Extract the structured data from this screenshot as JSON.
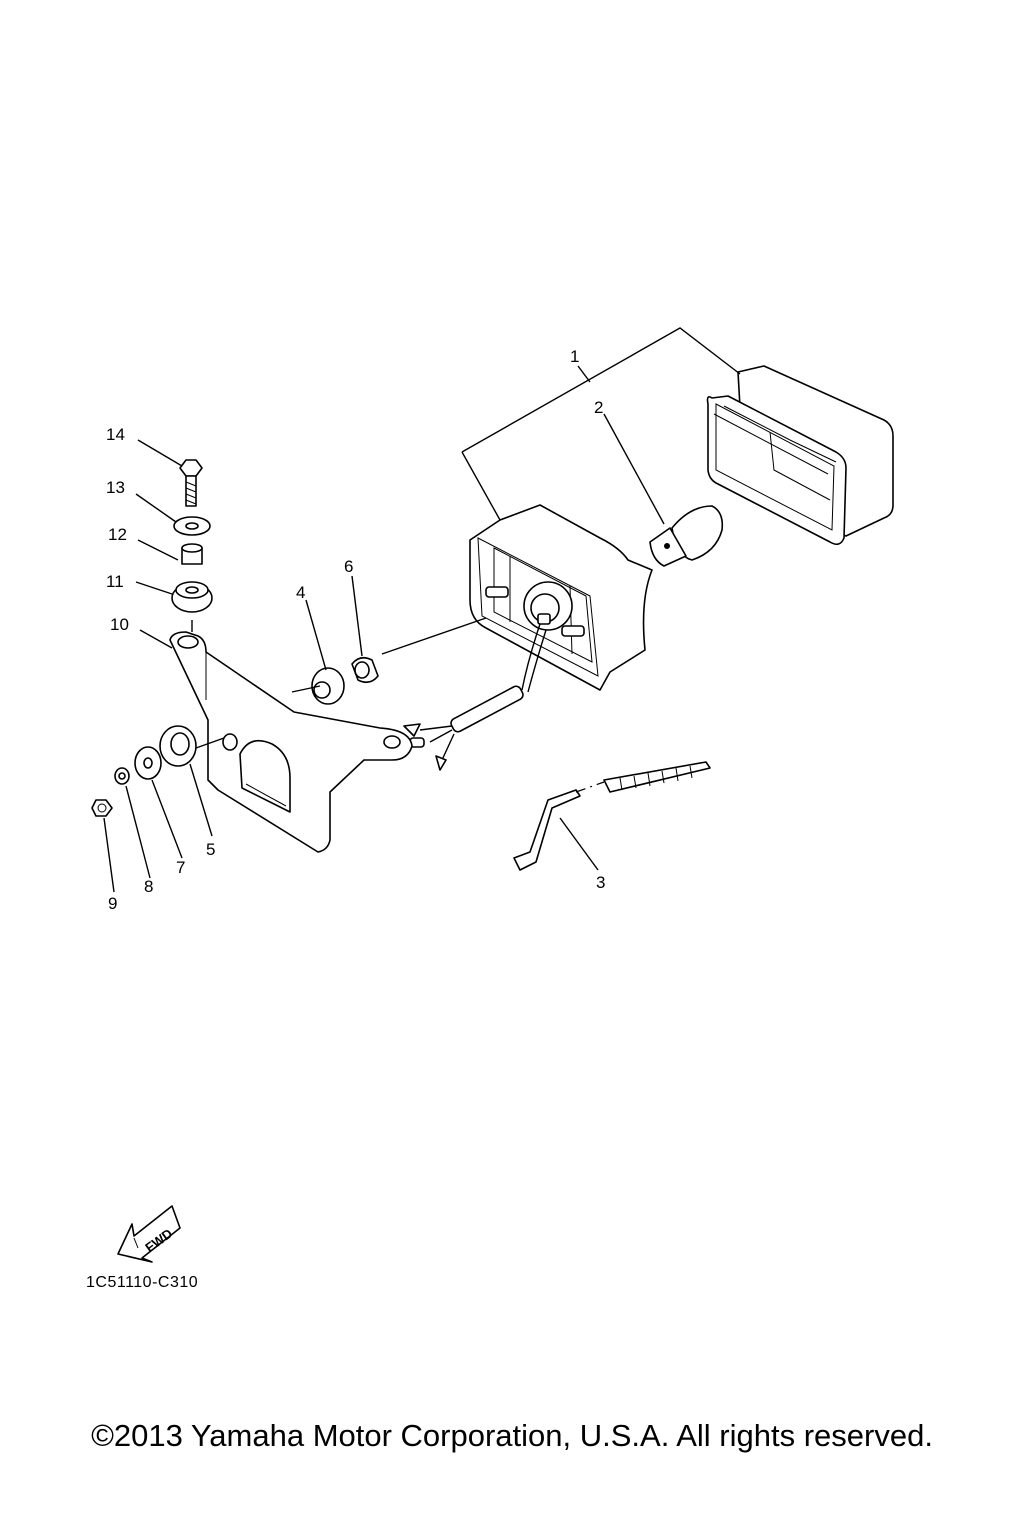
{
  "callouts": {
    "c1": "1",
    "c2": "2",
    "c3": "3",
    "c4": "4",
    "c5": "5",
    "c6": "6",
    "c7": "7",
    "c8": "8",
    "c9": "9",
    "c10": "10",
    "c11": "11",
    "c12": "12",
    "c13": "13",
    "c14": "14"
  },
  "fwd_label": "FWD",
  "drawing_code": "1C51110-C310",
  "copyright": "©2013 Yamaha Motor Corporation, U.S.A. All rights reserved."
}
